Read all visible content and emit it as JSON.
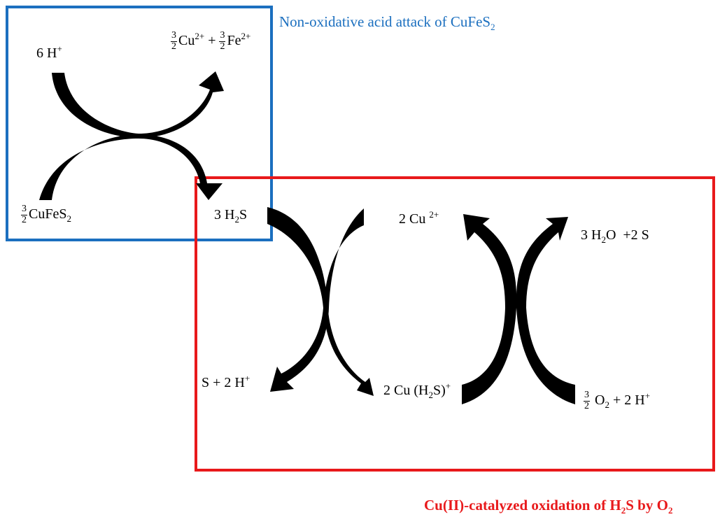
{
  "captions": {
    "blue_prefix": "Non-oxidative acid attack of CuFeS",
    "blue_sub": "2",
    "red_prefix": "Cu(II)-catalyzed oxidation of H",
    "red_sub1": "2",
    "red_mid": "S by O",
    "red_sub2": "2"
  },
  "species": {
    "h_plus_6": {
      "coef": "6 H",
      "sup": "+"
    },
    "cu_fe_products": {
      "frac1_num": "3",
      "frac1_den": "2",
      "cu": "Cu",
      "cu_sup": "2+",
      "plus": " + ",
      "frac2_num": "3",
      "frac2_den": "2",
      "fe": "Fe",
      "fe_sup": "2+"
    },
    "chalcopyrite": {
      "frac_num": "3",
      "frac_den": "2",
      "name": "CuFeS",
      "sub": "2"
    },
    "h2s_3": {
      "pre": "3 H",
      "sub": "2",
      "post": "S"
    },
    "cu2_plus": {
      "text": "2 Cu ",
      "sup": "2+"
    },
    "water_sulfur": {
      "pre": "3 H",
      "sub": "2",
      "post": "O  +2 S"
    },
    "sulfur_h": {
      "text": "S + 2 H",
      "sup": "+"
    },
    "cu_h2s_complex": {
      "pre": "2 Cu (H",
      "sub": "2",
      "post": "S)",
      "sup": "+"
    },
    "oxygen": {
      "frac_num": "3",
      "frac_den": "2",
      "o": " O",
      "sub": "2",
      "post": " + 2 H",
      "sup": "+"
    }
  },
  "colors": {
    "blue": "#1b6fbf",
    "red": "#e8191b",
    "arrow": "#000000"
  }
}
